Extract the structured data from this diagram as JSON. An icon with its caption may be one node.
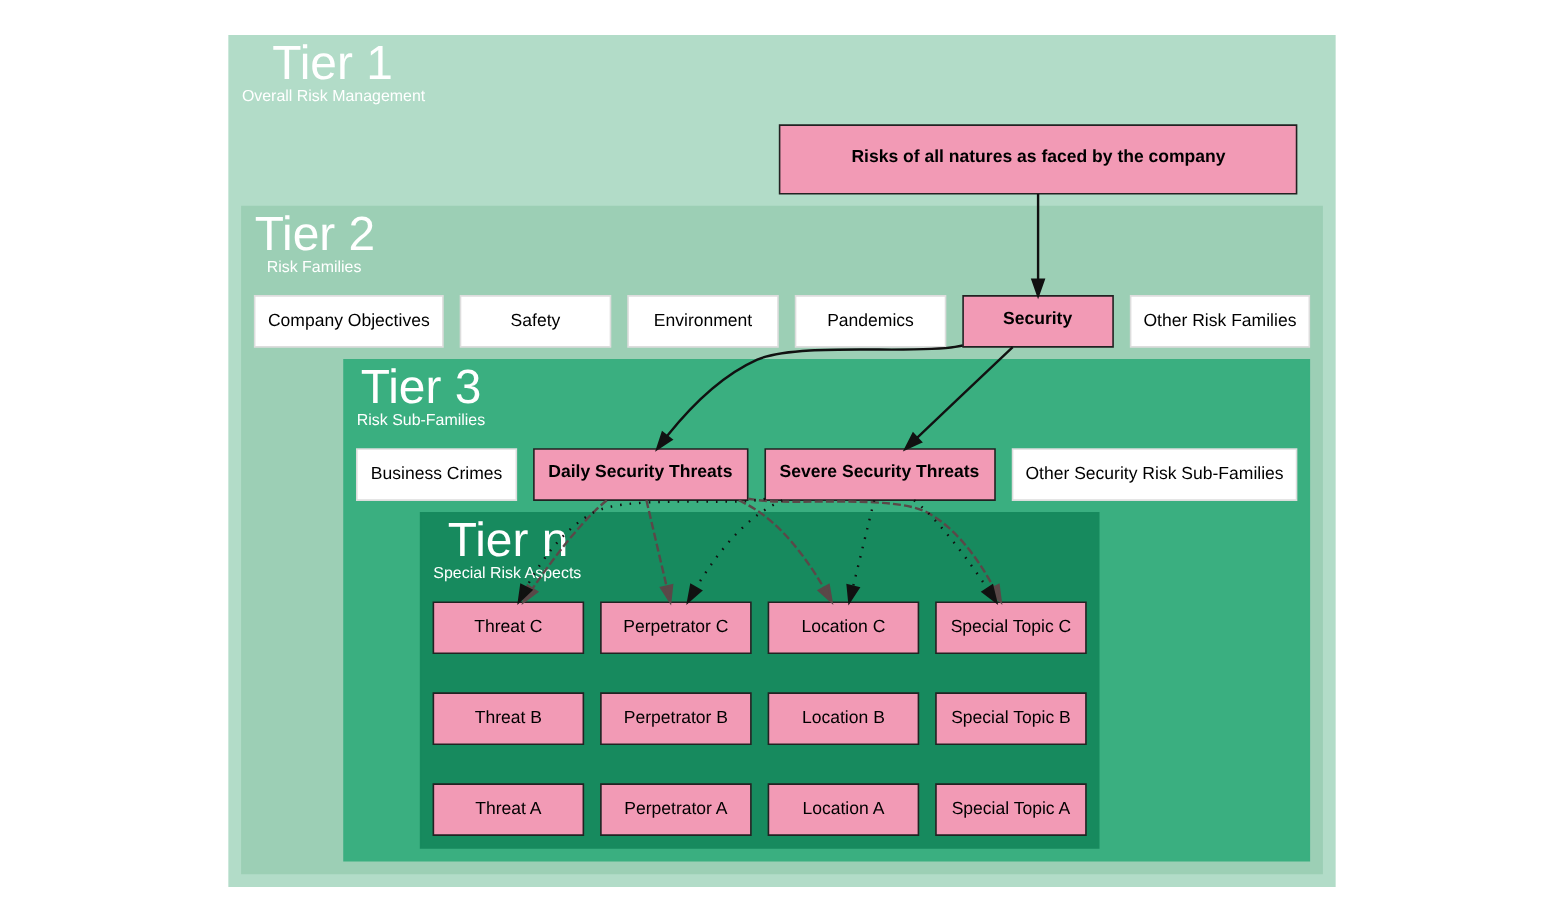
{
  "diagram": {
    "nodes": [
      {
        "text": [
          "Tier 1",
          "Overall Risk Management"
        ]
      },
      {
        "text": [
          "Risks of all natures as faced by the company"
        ],
        "in": 0
      },
      {
        "text": [
          "Tier 2",
          "Risk Families"
        ],
        "in": 0
      },
      {
        "text": [
          "Company Objectives"
        ],
        "in": 2
      },
      {
        "text": [
          "Safety"
        ],
        "in": 2
      },
      {
        "text": [
          "Environment"
        ],
        "in": 2
      },
      {
        "text": [
          "Pandemics"
        ],
        "in": 2
      },
      {
        "text": [
          "Security"
        ],
        "in": 2
      },
      {
        "text": [
          "Other Risk Families"
        ],
        "in": 2
      },
      {
        "text": [
          "Tier 3",
          "Risk Sub-Families"
        ],
        "in": 2
      },
      {
        "text": [
          "Business Crimes"
        ],
        "in": 9
      },
      {
        "text": [
          "Daily Security Threats"
        ],
        "in": 9
      },
      {
        "text": [
          "Severe Security Threats"
        ],
        "in": 9
      },
      {
        "text": [
          "Other Security Risk Sub-Families"
        ],
        "in": 9
      },
      {
        "text": [
          "Tier n",
          "Special Risk Aspects"
        ],
        "in": 9
      },
      {
        "text": [
          "Threat C"
        ],
        "in": 14
      },
      {
        "text": [
          "Threat B"
        ],
        "in": 14
      },
      {
        "text": [
          "Threat A"
        ],
        "in": 14
      },
      {
        "text": [
          "Perpetrator C"
        ],
        "in": 14
      },
      {
        "text": [
          "Perpetrator B"
        ],
        "in": 14
      },
      {
        "text": [
          "Perpetrator A"
        ],
        "in": 14
      },
      {
        "text": [
          "Location C"
        ],
        "in": 14
      },
      {
        "text": [
          "Location B"
        ],
        "in": 14
      },
      {
        "text": [
          "Location A"
        ],
        "in": 14
      },
      {
        "text": [
          "Special Topic C"
        ],
        "in": 14
      },
      {
        "text": [
          "Special Topic B"
        ],
        "in": 14
      },
      {
        "text": [
          "Special Topic A"
        ],
        "in": 14
      }
    ],
    "edges": [
      {
        "from": 1,
        "to": 7,
        "arrow": "to"
      },
      {
        "from": 7,
        "to": 11,
        "arrow": "to"
      },
      {
        "from": 7,
        "to": 12,
        "arrow": "to"
      },
      {
        "from": 12,
        "to": 15,
        "arrow": "to",
        "style": "dashed"
      },
      {
        "from": 11,
        "to": 15,
        "arrow": "to",
        "style": "dashed",
        "color": "#5a4848"
      },
      {
        "from": 12,
        "to": 18,
        "arrow": "to",
        "style": "dashed"
      },
      {
        "from": 11,
        "to": 18,
        "arrow": "to",
        "style": "dashed",
        "color": "#5a4848"
      },
      {
        "from": 12,
        "to": 21,
        "arrow": "to",
        "style": "dashed"
      },
      {
        "from": 11,
        "to": 21,
        "arrow": "to",
        "style": "dashed",
        "color": "#5a4848"
      },
      {
        "from": 12,
        "to": 24,
        "arrow": "to",
        "style": "dashed"
      },
      {
        "from": 11,
        "to": 24,
        "arrow": "to",
        "style": "dashed",
        "color": "#5a4848"
      }
    ]
  }
}
